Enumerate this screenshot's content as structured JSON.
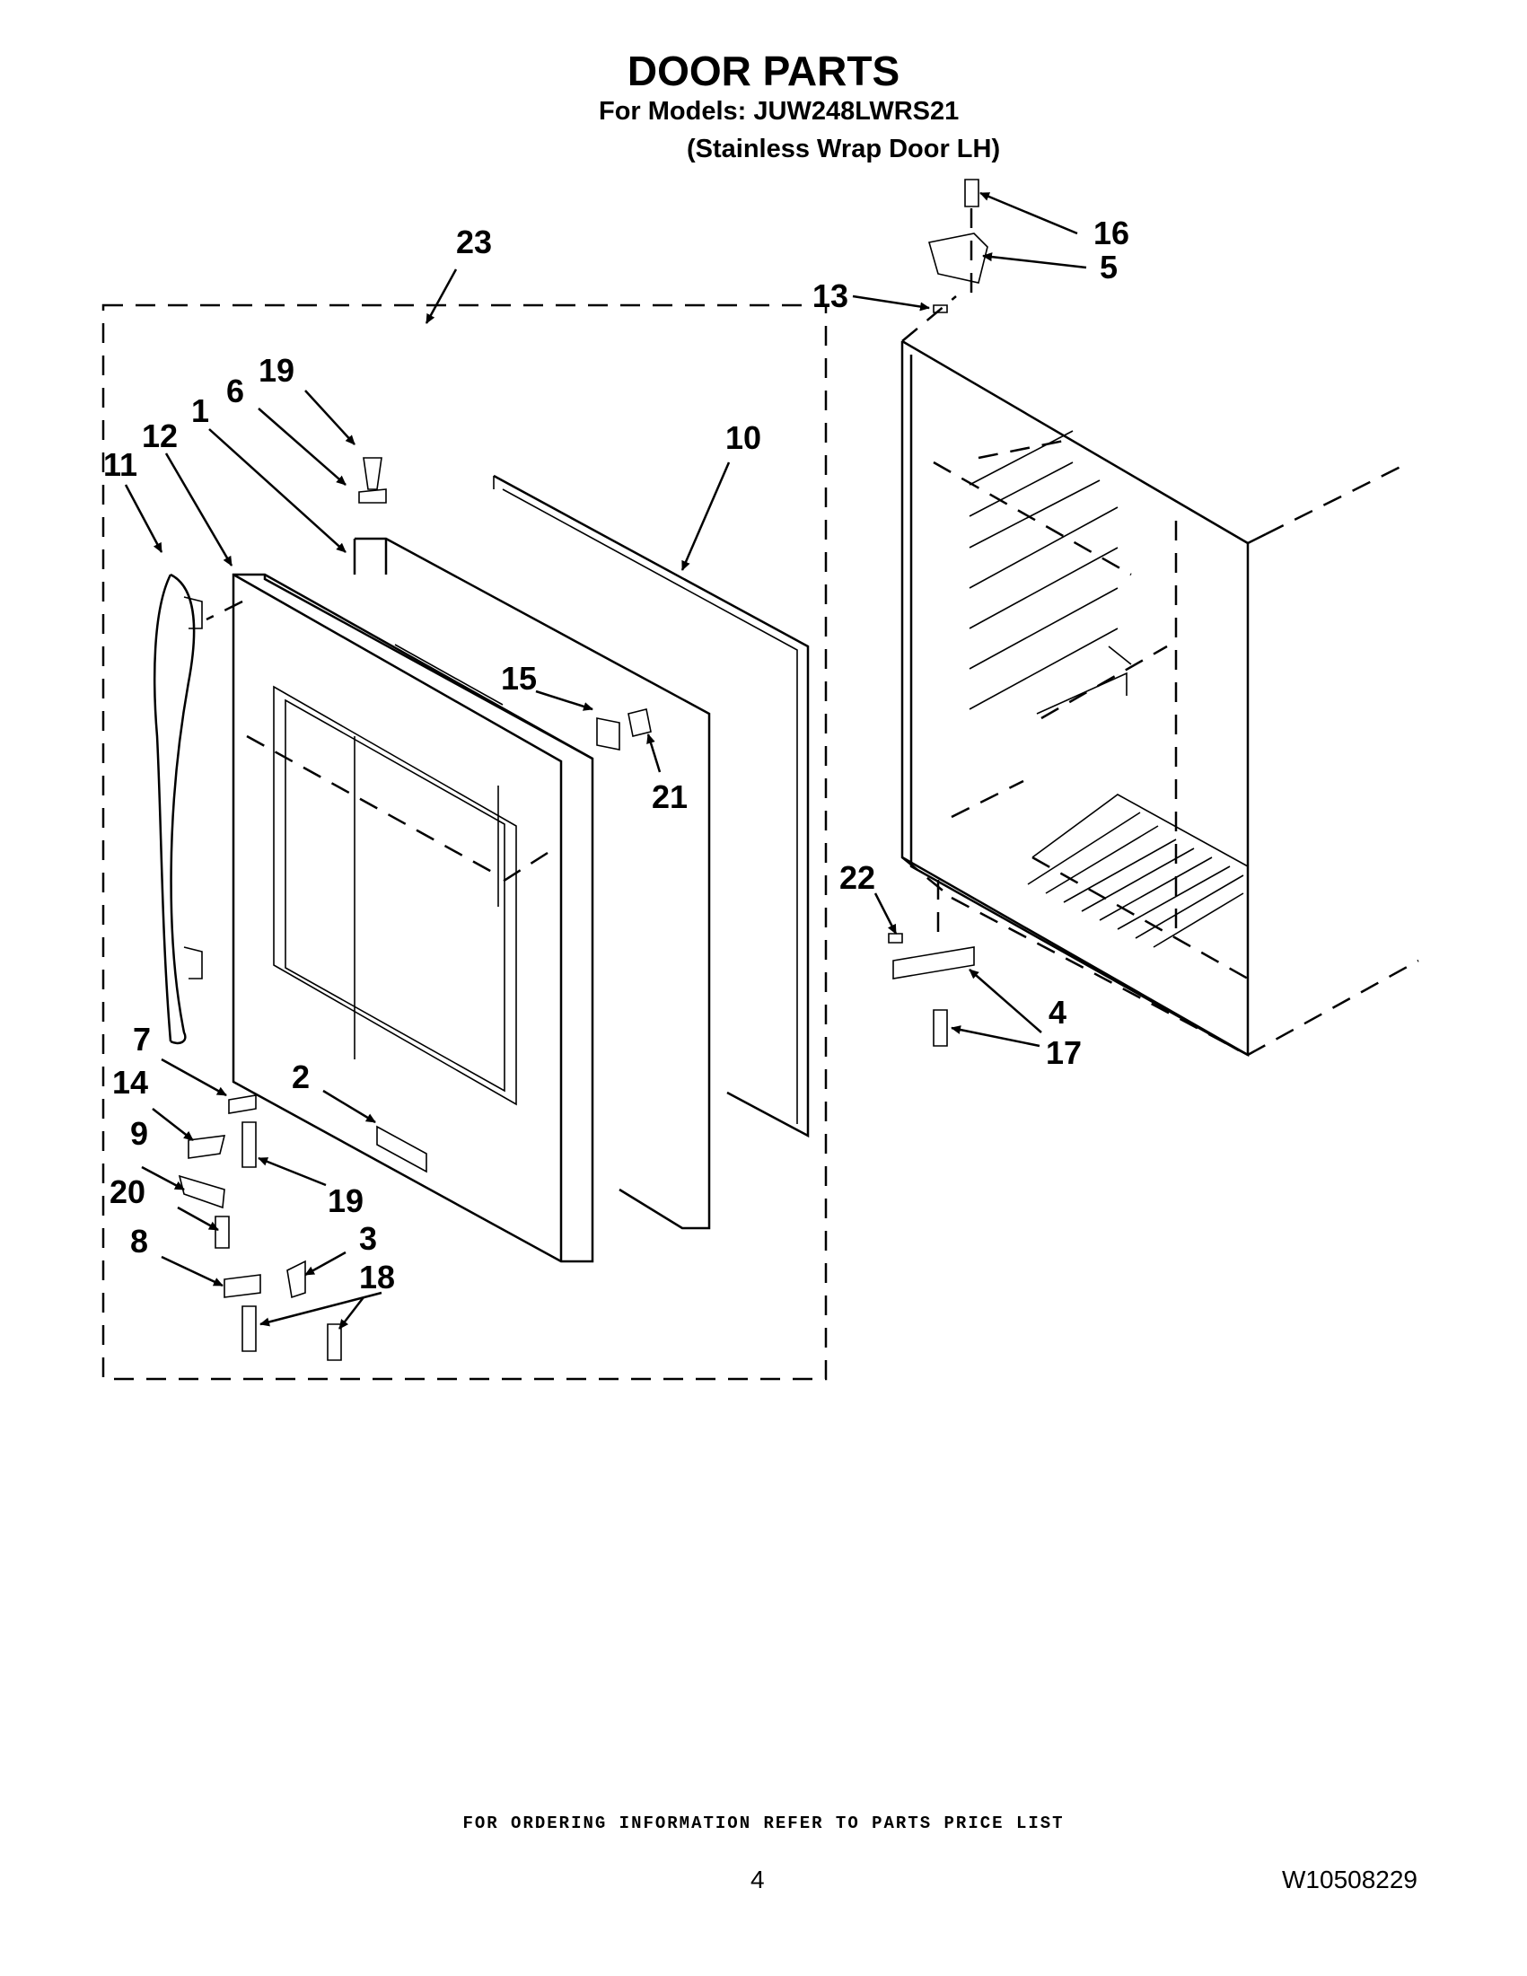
{
  "header": {
    "title": "DOOR PARTS",
    "models_line": "For Models: JUW248LWRS21",
    "variant_line": "(Stainless Wrap Door LH)"
  },
  "callouts": [
    "23",
    "19",
    "6",
    "1",
    "12",
    "11",
    "10",
    "15",
    "21",
    "7",
    "14",
    "9",
    "20",
    "8",
    "2",
    "19",
    "3",
    "18",
    "16",
    "5",
    "13",
    "22",
    "4",
    "17"
  ],
  "footer": {
    "ordering_note": "FOR ORDERING INFORMATION REFER TO PARTS PRICE LIST",
    "page_number": "4",
    "doc_number": "W10508229"
  }
}
